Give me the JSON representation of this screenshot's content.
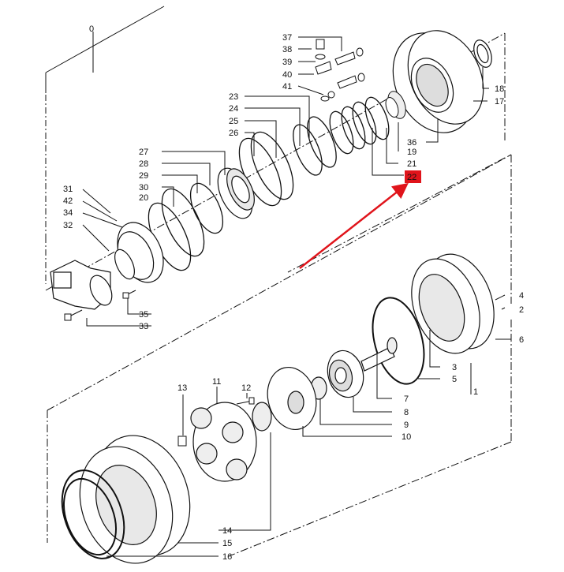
{
  "diagram": {
    "callouts": [
      "0",
      "1",
      "2",
      "3",
      "4",
      "5",
      "6",
      "7",
      "8",
      "9",
      "10",
      "11",
      "12",
      "13",
      "14",
      "15",
      "16",
      "17",
      "18",
      "19",
      "20",
      "21",
      "22",
      "23",
      "24",
      "25",
      "26",
      "27",
      "28",
      "29",
      "30",
      "31",
      "32",
      "33",
      "34",
      "35",
      "36",
      "37",
      "38",
      "39",
      "40",
      "41",
      "42"
    ],
    "highlighted_callout": "22",
    "highlight_color": "#e0141b",
    "arrow_color": "#e0141b",
    "line_color": "#111111"
  }
}
